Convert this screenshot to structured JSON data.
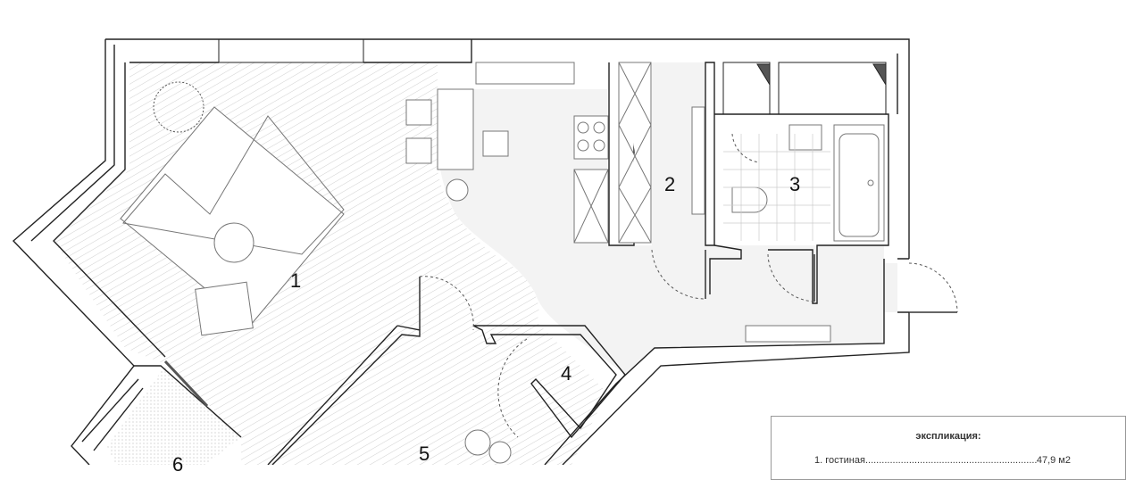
{
  "plan": {
    "rooms": [
      {
        "number": "1"
      },
      {
        "number": "2"
      },
      {
        "number": "3"
      },
      {
        "number": "4"
      },
      {
        "number": "5"
      },
      {
        "number": "6"
      }
    ],
    "colors": {
      "wall": "#222222",
      "floor_grey": "#f2f2f2",
      "hatch": "#bdbdbd"
    }
  },
  "legend": {
    "title": "экспликация:",
    "items": [
      {
        "label": "1. гостиная",
        "area": "47,9 м2"
      }
    ]
  }
}
